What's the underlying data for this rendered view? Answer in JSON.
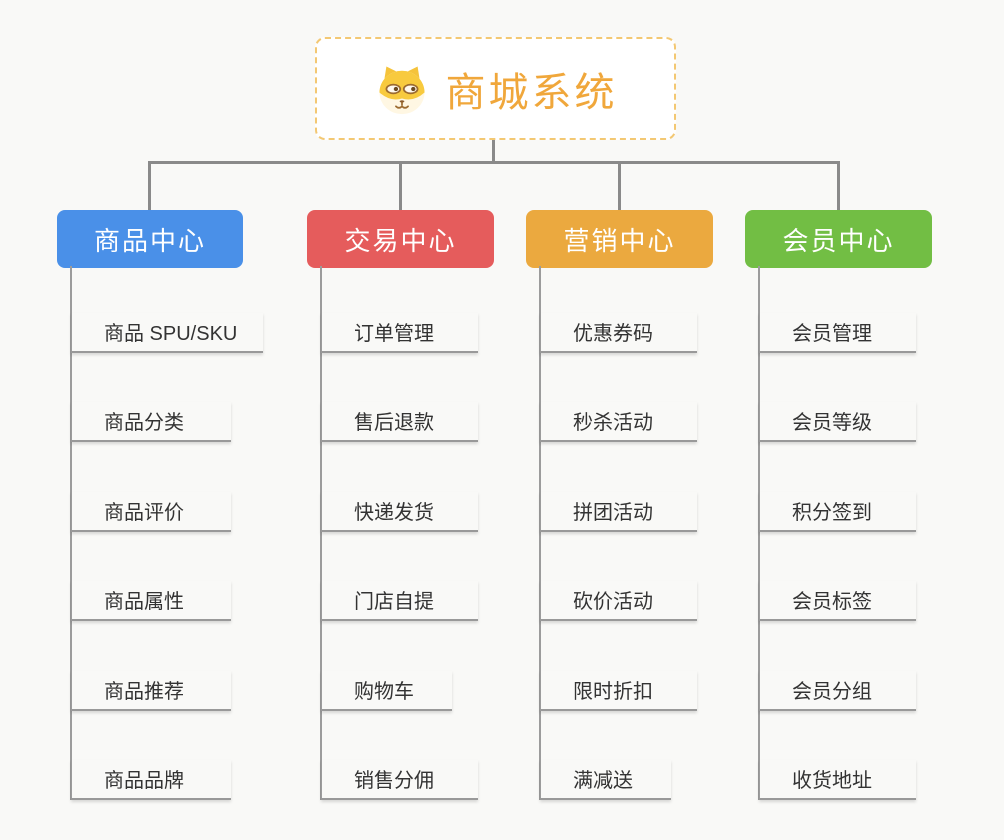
{
  "root": {
    "title": "商城系统",
    "icon": "dog-face-icon"
  },
  "branches": [
    {
      "label": "商品中心",
      "color": "#4a90e8",
      "children": [
        "商品 SPU/SKU",
        "商品分类",
        "商品评价",
        "商品属性",
        "商品推荐",
        "商品品牌"
      ]
    },
    {
      "label": "交易中心",
      "color": "#e55c5c",
      "children": [
        "订单管理",
        "售后退款",
        "快递发货",
        "门店自提",
        "购物车",
        "销售分佣"
      ]
    },
    {
      "label": "营销中心",
      "color": "#eba93f",
      "children": [
        "优惠券码",
        "秒杀活动",
        "拼团活动",
        "砍价活动",
        "限时折扣",
        "满减送"
      ]
    },
    {
      "label": "会员中心",
      "color": "#72be44",
      "children": [
        "会员管理",
        "会员等级",
        "积分签到",
        "会员标签",
        "会员分组",
        "收货地址"
      ]
    }
  ],
  "colors": {
    "root_accent": "#f0a73b",
    "root_border": "#f3c873",
    "connector_gray": "#8a8a8a",
    "leaf_underline": "#999999",
    "leaf_text": "#333333",
    "background": "#f9f9f7"
  }
}
